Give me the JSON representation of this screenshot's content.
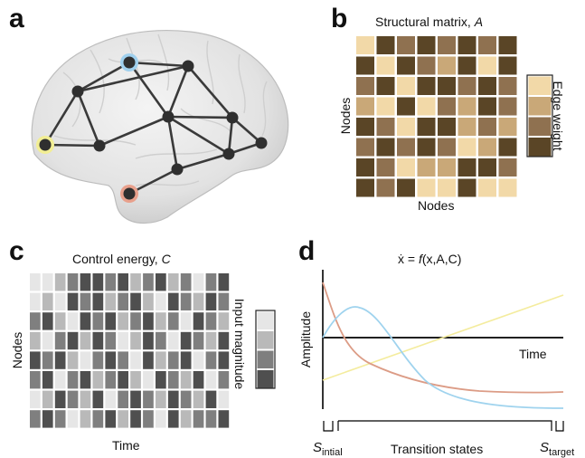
{
  "panels": {
    "a": {
      "letter": "a"
    },
    "b": {
      "letter": "b",
      "title_prefix": "Structural matrix, ",
      "title_var": "A",
      "ylabel": "Nodes",
      "xlabel": "Nodes",
      "colorbar_label": "Edge weight",
      "colors": [
        "#f2d9a8",
        "#c9a878",
        "#8f7150",
        "#5a4526"
      ],
      "matrix": [
        [
          0,
          3,
          2,
          3,
          2,
          3,
          2,
          3
        ],
        [
          3,
          0,
          3,
          2,
          1,
          3,
          0,
          3
        ],
        [
          2,
          3,
          0,
          3,
          3,
          2,
          3,
          2
        ],
        [
          1,
          0,
          3,
          0,
          2,
          1,
          3,
          2
        ],
        [
          3,
          2,
          0,
          3,
          3,
          1,
          2,
          1
        ],
        [
          2,
          3,
          2,
          3,
          2,
          0,
          1,
          3
        ],
        [
          3,
          2,
          0,
          1,
          1,
          3,
          3,
          2
        ],
        [
          3,
          2,
          3,
          0,
          0,
          3,
          0,
          0
        ]
      ]
    },
    "c": {
      "letter": "c",
      "title_prefix": "Control energy, ",
      "title_var": "C",
      "ylabel": "Nodes",
      "xlabel": "Time",
      "colorbar_label": "Input magnitude",
      "colors": [
        "#e6e6e6",
        "#b9b9b9",
        "#7f7f7f",
        "#4f4f4f"
      ],
      "matrix": [
        [
          0,
          0,
          1,
          2,
          3,
          3,
          2,
          3,
          1,
          2,
          3,
          1,
          2,
          0,
          2,
          3
        ],
        [
          0,
          1,
          0,
          3,
          2,
          3,
          1,
          2,
          3,
          1,
          0,
          3,
          2,
          1,
          3,
          2
        ],
        [
          2,
          3,
          1,
          0,
          3,
          2,
          3,
          1,
          2,
          3,
          1,
          2,
          0,
          3,
          2,
          1
        ],
        [
          1,
          0,
          2,
          3,
          1,
          3,
          2,
          0,
          1,
          3,
          2,
          0,
          3,
          2,
          1,
          3
        ],
        [
          3,
          2,
          3,
          1,
          0,
          2,
          3,
          2,
          0,
          3,
          1,
          2,
          3,
          0,
          2,
          3
        ],
        [
          2,
          3,
          0,
          2,
          3,
          1,
          2,
          3,
          1,
          0,
          3,
          2,
          1,
          3,
          0,
          2
        ],
        [
          0,
          1,
          3,
          2,
          1,
          3,
          0,
          2,
          3,
          2,
          1,
          3,
          2,
          1,
          3,
          0
        ],
        [
          2,
          3,
          2,
          0,
          1,
          2,
          3,
          1,
          3,
          2,
          0,
          3,
          1,
          2,
          2,
          3
        ]
      ]
    },
    "d": {
      "letter": "d",
      "equation_lhs": "ẋ",
      "equation_eq": " = ",
      "equation_f": "f",
      "equation_args": "(x,A,C)",
      "ylabel": "Amplitude",
      "time_label": "Time",
      "s_initial_main": "S",
      "s_initial_sub": "intial",
      "transition_label": "Transition states",
      "s_target_main": "S",
      "s_target_sub": "target",
      "curve_colors": {
        "blue": "#9fd3ee",
        "orange": "#dc9c86",
        "yellow": "#f4ec9e"
      }
    }
  }
}
